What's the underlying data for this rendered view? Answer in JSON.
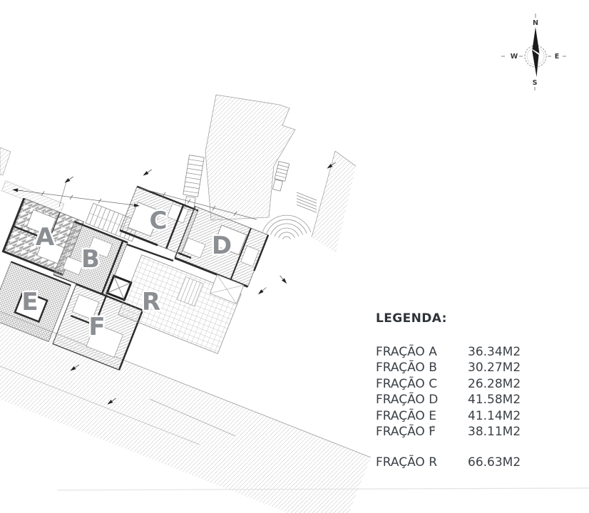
{
  "page": {
    "background": "#ffffff"
  },
  "compass": {
    "north": "N",
    "south": "S",
    "west": "W",
    "east": "E"
  },
  "plan": {
    "unit_labels": [
      "A",
      "B",
      "C",
      "D",
      "E",
      "F",
      "R"
    ]
  },
  "legend": {
    "title": "LEGENDA:",
    "rows": [
      {
        "label": "FRAÇÃO A",
        "area": "36.34M2"
      },
      {
        "label": "FRAÇÃO B",
        "area": "30.27M2"
      },
      {
        "label": "FRAÇÃO C",
        "area": "26.28M2"
      },
      {
        "label": "FRAÇÃO D",
        "area": "41.58M2"
      },
      {
        "label": "FRAÇÃO E",
        "area": "41.14M2"
      },
      {
        "label": "FRAÇÃO F",
        "area": "38.11M2"
      },
      {
        "label": "FRAÇÃO R",
        "area": "66.63M2"
      }
    ]
  },
  "colors": {
    "unit_letter": "#8b8e92",
    "legend_text": "#3a3f45",
    "faint_rule": "#e3e3e3"
  }
}
